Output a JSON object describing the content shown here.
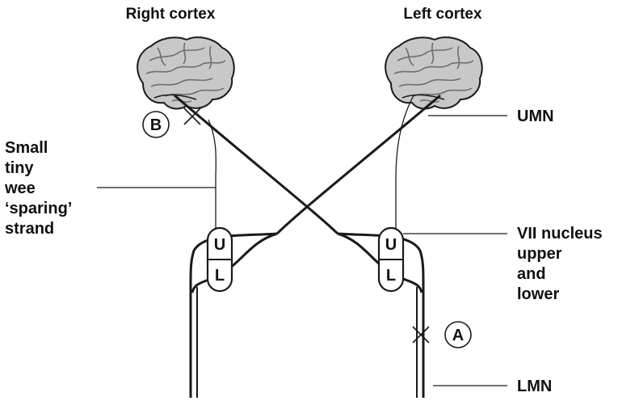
{
  "labels": {
    "right_cortex": "Right cortex",
    "left_cortex": "Left cortex",
    "umn": "UMN",
    "lmn": "LMN",
    "sparing_strand": [
      "Small",
      "tiny",
      "wee",
      "‘sparing’",
      "strand"
    ],
    "vii_nucleus": [
      "VII nucleus",
      "upper",
      "and",
      "lower"
    ]
  },
  "markers": {
    "a": "A",
    "b": "B"
  },
  "nucleus_parts": {
    "upper": "U",
    "lower": "L"
  },
  "colors": {
    "line": "#1a1a1a",
    "brain_fill": "#c8c8c8",
    "brain_fold": "#6e6e6e",
    "label": "#111111"
  },
  "icons": {
    "brain": "brain-illustration",
    "lesion": "cross-mark"
  }
}
